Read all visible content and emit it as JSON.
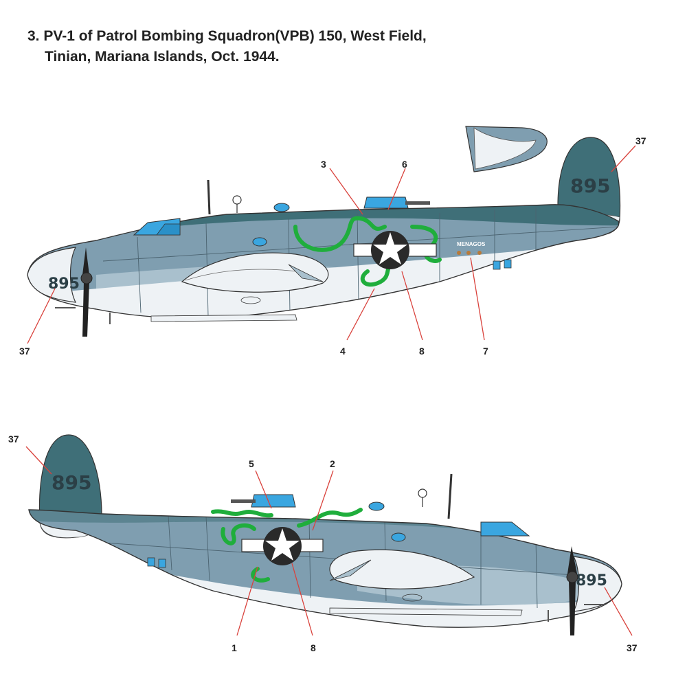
{
  "title": {
    "line1": "3. PV-1 of Patrol Bombing Squadron(VPB) 150, West Field,",
    "line2": "Tinian, Mariana Islands, Oct. 1944."
  },
  "colors": {
    "upper_sea_blue": "#3f6f78",
    "intermediate_blue": "#7f9eb0",
    "light_blue": "#a9c0cd",
    "insignia_white": "#ffffff",
    "underside_white": "#eef2f5",
    "glass_blue": "#3aa6e0",
    "serpent_green": "#1fae3c",
    "insignia_blue": "#2a2a2a",
    "callout_red": "#d9423c"
  },
  "top_view": {
    "tail_number": "895",
    "nose_number": "895",
    "nose_art_text": "MENAGOS",
    "callouts": [
      "3",
      "6",
      "37",
      "37",
      "4",
      "8",
      "7"
    ]
  },
  "bottom_view": {
    "tail_number": "895",
    "nose_number": "895",
    "callouts": [
      "37",
      "5",
      "2",
      "1",
      "8",
      "37"
    ]
  }
}
